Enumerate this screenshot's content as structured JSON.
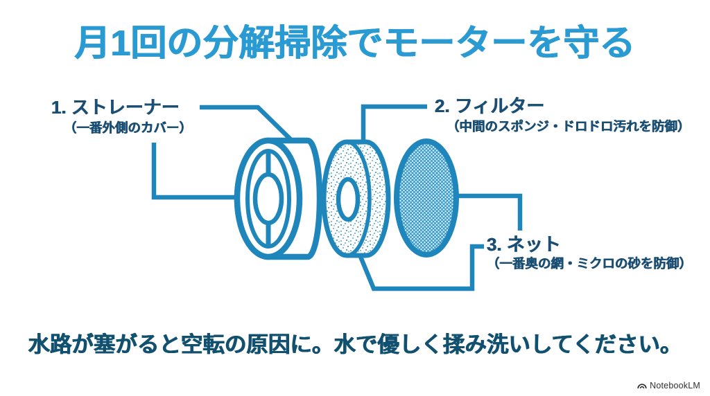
{
  "slide": {
    "title": "月1回の分解掃除でモーターを守る",
    "footer": "水路が塞がると空転の原因に。水で優しく揉み洗いしてください。",
    "watermark": "NotebookLM"
  },
  "parts": [
    {
      "component": "strainer",
      "label": "1. ストレーナー",
      "description": "（一番外側のカバー）"
    },
    {
      "component": "filter",
      "label": "2. フィルター",
      "description": "（中間のスポンジ・ドロドロ汚れを防御）"
    },
    {
      "component": "net",
      "label": "3. ネット",
      "description": "（一番奥の網・ミクロの砂を防御）"
    }
  ],
  "colors": {
    "title_blue": "#2a9ad2",
    "line_blue": "#1f86bc",
    "label_navy": "#1b4e73",
    "footer_navy": "#11506f",
    "mesh_fill": "#cdecf6",
    "dot_blue": "#2a8fc0"
  }
}
